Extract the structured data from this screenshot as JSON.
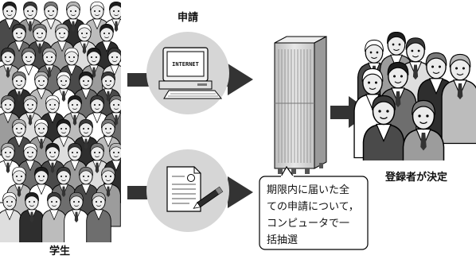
{
  "labels": {
    "application": "申請",
    "students": "学生",
    "registrants": "登録者が決定"
  },
  "computer": {
    "screen_text": "INTERNET"
  },
  "callout": {
    "lines": [
      "期限内に届いた全",
      "ての申請について，",
      "コンピュータで一",
      "括抽選"
    ]
  },
  "colors": {
    "arrow": "#333333",
    "circle": "#d6d6d6",
    "server_front": "#d9d9d9",
    "server_side": "#9a9a9a",
    "outline": "#000000"
  },
  "icons": {
    "computer": "computer-icon",
    "document": "document-icon",
    "pen": "pen-icon",
    "server": "server-icon"
  }
}
